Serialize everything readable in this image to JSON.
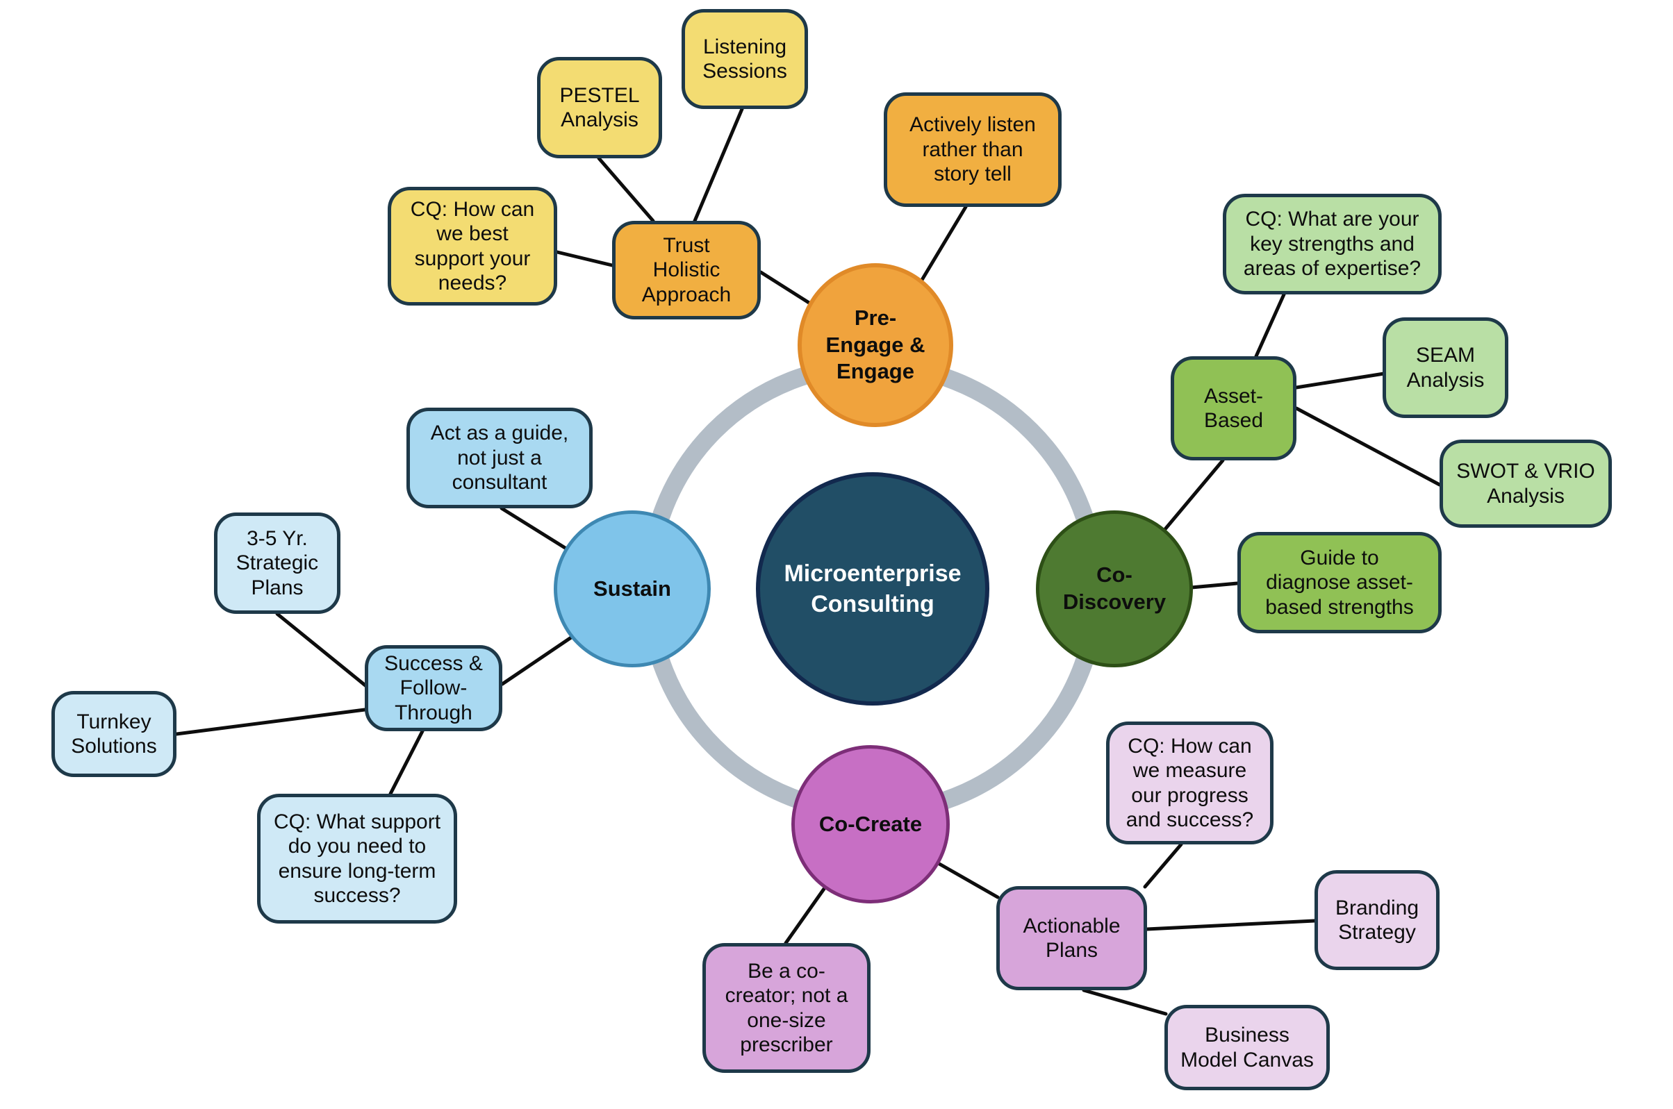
{
  "diagram": {
    "center": {
      "label": "Microenterprise\nConsulting"
    },
    "phases": {
      "pre_engage": {
        "label": "Pre-\nEngage &\nEngage"
      },
      "co_discovery": {
        "label": "Co-\nDiscovery"
      },
      "co_create": {
        "label": "Co-Create"
      },
      "sustain": {
        "label": "Sustain"
      }
    },
    "nodes": {
      "actively_listen": {
        "label": "Actively listen\nrather than\nstory tell"
      },
      "trust_holistic": {
        "label": "Trust\nHolistic\nApproach"
      },
      "pestel": {
        "label": "PESTEL\nAnalysis"
      },
      "listening_sessions": {
        "label": "Listening\nSessions"
      },
      "cq_support_needs": {
        "label": "CQ: How can\nwe best\nsupport your\nneeds?"
      },
      "cq_key_strengths": {
        "label": "CQ: What are your\nkey strengths and\nareas of expertise?"
      },
      "asset_based": {
        "label": "Asset-\nBased"
      },
      "seam": {
        "label": "SEAM\nAnalysis"
      },
      "swot_vrio": {
        "label": "SWOT & VRIO\nAnalysis"
      },
      "guide_diagnose": {
        "label": "Guide to\ndiagnose asset-\nbased strengths"
      },
      "act_as_guide": {
        "label": "Act as a guide,\nnot just a\nconsultant"
      },
      "strategic_plans": {
        "label": "3-5 Yr.\nStrategic\nPlans"
      },
      "turnkey": {
        "label": "Turnkey\nSolutions"
      },
      "success_follow": {
        "label": "Success &\nFollow-\nThrough"
      },
      "cq_long_term": {
        "label": "CQ: What support\ndo you need to\nensure long-term\nsuccess?"
      },
      "be_cocreator": {
        "label": "Be a co-\ncreator; not a\none-size\nprescriber"
      },
      "actionable_plans": {
        "label": "Actionable\nPlans"
      },
      "cq_measure": {
        "label": "CQ: How can\nwe measure\nour progress\nand success?"
      },
      "branding": {
        "label": "Branding\nStrategy"
      },
      "business_canvas": {
        "label": "Business\nModel Canvas"
      }
    },
    "edges": [
      {
        "from": "pestel",
        "to": "trust_holistic"
      },
      {
        "from": "listening_sessions",
        "to": "trust_holistic"
      },
      {
        "from": "cq_support_needs",
        "to": "trust_holistic"
      },
      {
        "from": "trust_holistic",
        "to": "pre_engage"
      },
      {
        "from": "actively_listen",
        "to": "pre_engage"
      },
      {
        "from": "cq_key_strengths",
        "to": "asset_based"
      },
      {
        "from": "seam",
        "to": "asset_based"
      },
      {
        "from": "swot_vrio",
        "to": "asset_based"
      },
      {
        "from": "asset_based",
        "to": "co_discovery"
      },
      {
        "from": "guide_diagnose",
        "to": "co_discovery"
      },
      {
        "from": "act_as_guide",
        "to": "sustain"
      },
      {
        "from": "strategic_plans",
        "to": "success_follow"
      },
      {
        "from": "turnkey",
        "to": "success_follow"
      },
      {
        "from": "cq_long_term",
        "to": "success_follow"
      },
      {
        "from": "success_follow",
        "to": "sustain"
      },
      {
        "from": "be_cocreator",
        "to": "co_create"
      },
      {
        "from": "actionable_plans",
        "to": "co_create"
      },
      {
        "from": "cq_measure",
        "to": "actionable_plans"
      },
      {
        "from": "branding",
        "to": "actionable_plans"
      },
      {
        "from": "business_canvas",
        "to": "actionable_plans"
      }
    ]
  },
  "colors": {
    "center_fill": "#214E66",
    "center_border": "#12294E",
    "center_text": "#FFFFFF",
    "ring": "#B3BDC7",
    "connector": "#0D0D0D",
    "box_border": "#1E3949",
    "text": "#0D0D0D",
    "orange_circle_fill": "#F0A33D",
    "orange_circle_border": "#E08A28",
    "amber_box": "#F1AF41",
    "yellow_box": "#F3DC72",
    "green_circle_fill": "#4E7A31",
    "green_circle_border": "#2D4F16",
    "green_mid_box": "#90C155",
    "green_light_box": "#B9DFA5",
    "blue_circle_fill": "#7FC4EA",
    "blue_circle_border": "#3E88B2",
    "blue_mid_box": "#A9D9F1",
    "blue_light_box": "#CFE9F6",
    "magenta_circle_fill": "#C76FC4",
    "magenta_circle_border": "#7D2E78",
    "pink_mid_box": "#D7A5DA",
    "pink_light_box": "#EAD4EC"
  }
}
